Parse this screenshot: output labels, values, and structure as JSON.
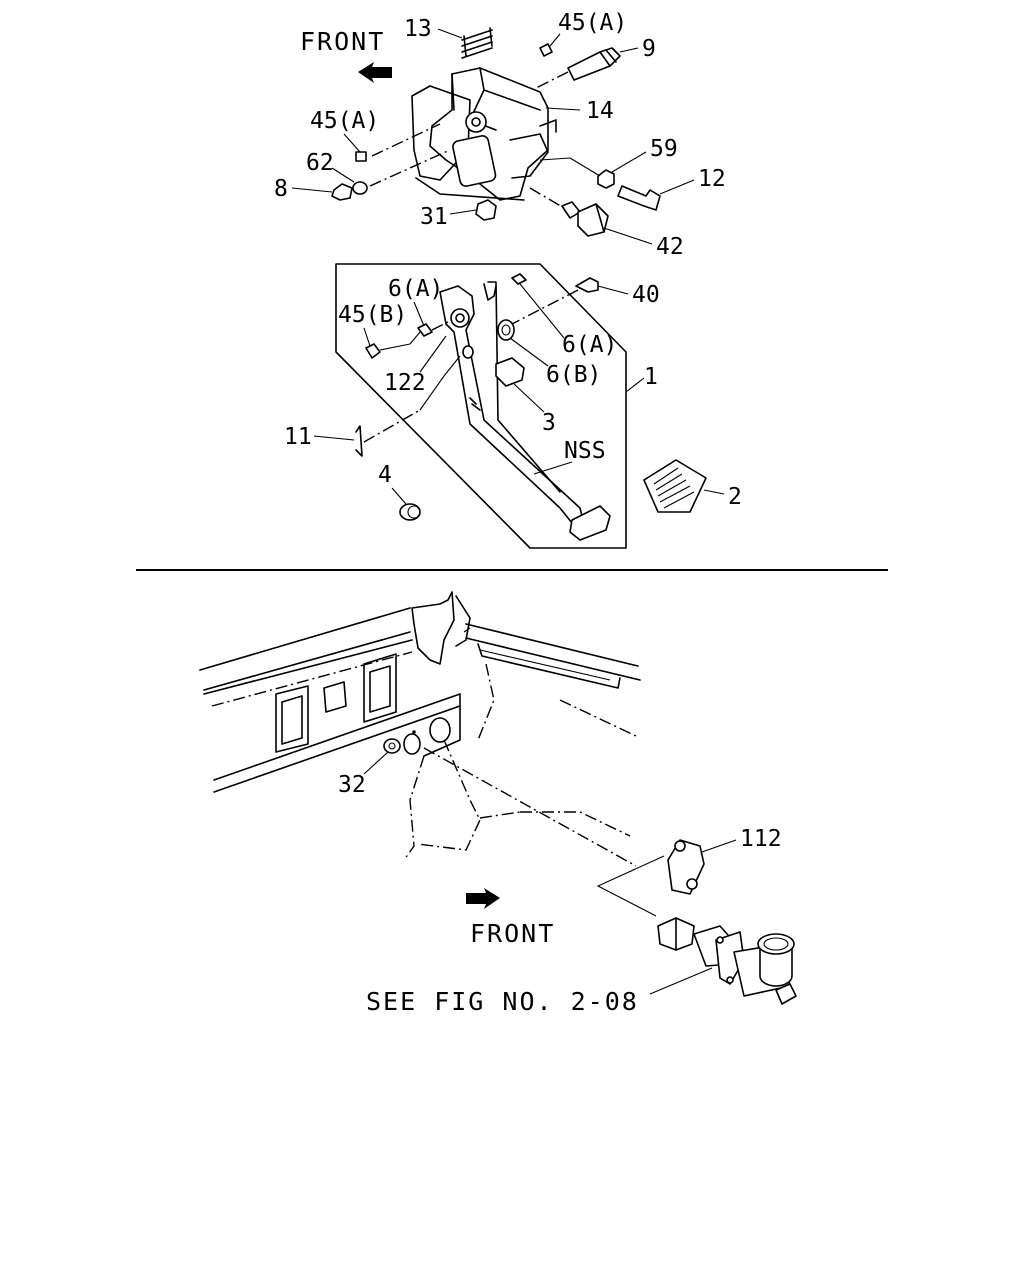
{
  "diagram": {
    "labels": {
      "front_top": "FRONT",
      "front_bottom": "FRONT",
      "see_fig": "SEE FIG NO. 2-08",
      "p13": "13",
      "p45a_top": "45(A)",
      "p9": "9",
      "p14": "14",
      "p45a_left": "45(A)",
      "p62": "62",
      "p8": "8",
      "p59": "59",
      "p12": "12",
      "p31": "31",
      "p42": "42",
      "p40": "40",
      "p6a_left": "6(A)",
      "p45b": "45(B)",
      "p6a_right": "6(A)",
      "p122": "122",
      "p6b": "6(B)",
      "p1": "1",
      "p3": "3",
      "p11": "11",
      "pNSS": "NSS",
      "p4": "4",
      "p2": "2",
      "p32": "32",
      "p112": "112"
    }
  }
}
